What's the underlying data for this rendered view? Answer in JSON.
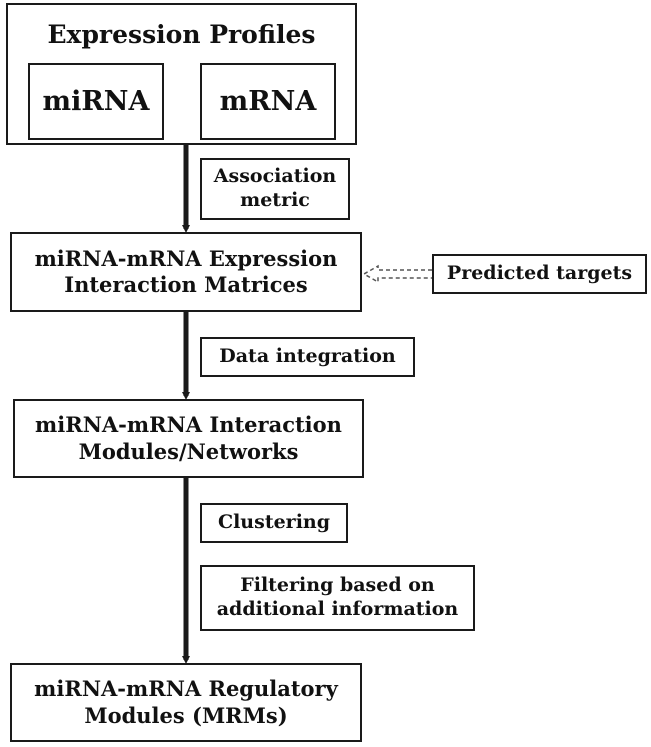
{
  "expression_profiles": {
    "title": "Expression Profiles",
    "mirna_label": "miRNA",
    "mrna_label": "mRNA"
  },
  "steps": {
    "association_metric": [
      "Association",
      "metric"
    ],
    "matrices": [
      "miRNA-mRNA Expression",
      "Interaction Matrices"
    ],
    "predicted_targets": "Predicted targets",
    "data_integration": "Data integration",
    "networks": [
      "miRNA-mRNA Interaction",
      "Modules/Networks"
    ],
    "clustering": "Clustering",
    "filtering": [
      "Filtering based on",
      "additional information"
    ],
    "mrms": [
      "miRNA-mRNA Regulatory",
      "Modules (MRMs)"
    ]
  },
  "colors": {
    "stroke": "#1a1a1a",
    "dashed_arrow": "#555555"
  }
}
